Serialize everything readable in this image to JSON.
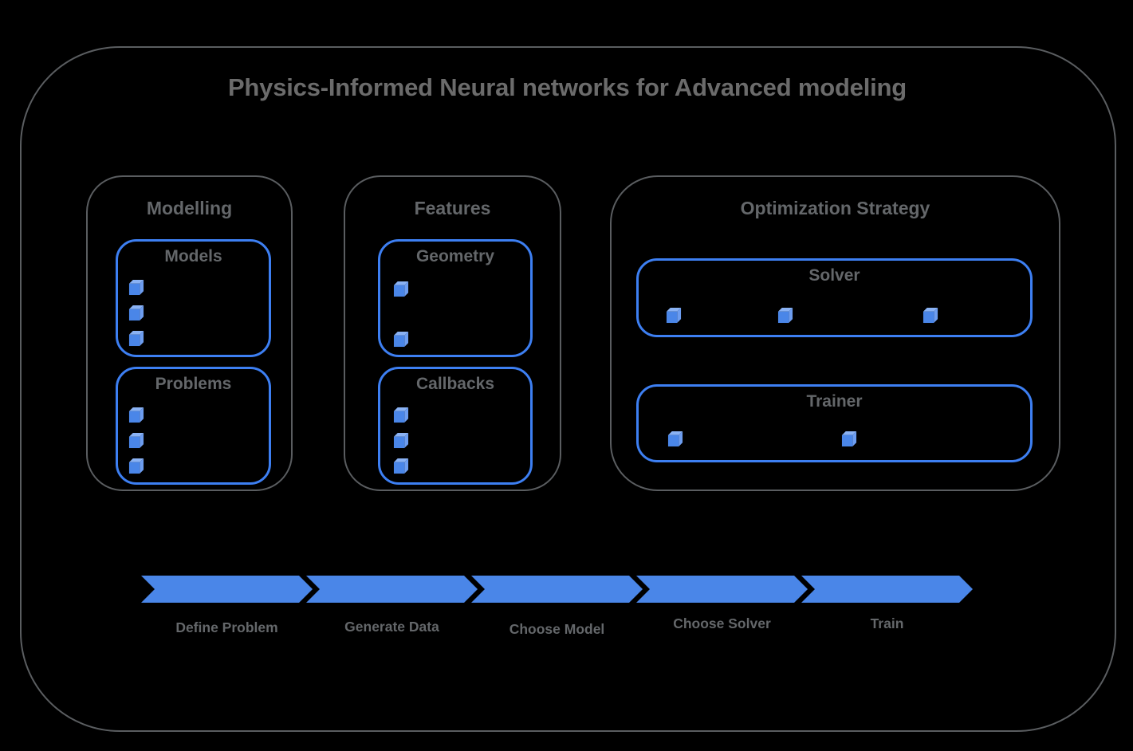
{
  "title": "Physics-Informed Neural networks for Advanced modeling",
  "colors": {
    "accent_blue": "#4a86e8",
    "border_blue": "#3d7ff2",
    "frame_gray": "#5a5d60",
    "text_gray": "#64676a",
    "title_gray": "#6b6b6b",
    "cube_front": "#4a86e8",
    "cube_top": "#8ab2f4",
    "cube_side": "#6d9df0",
    "background": "#000000"
  },
  "icons": {
    "cube": "cube-icon"
  },
  "sections": [
    {
      "label": "Modelling",
      "groups": [
        {
          "label": "Models",
          "item_count": 3
        },
        {
          "label": "Problems",
          "item_count": 3
        }
      ]
    },
    {
      "label": "Features",
      "groups": [
        {
          "label": "Geometry",
          "item_count": 2
        },
        {
          "label": "Callbacks",
          "item_count": 3
        }
      ]
    },
    {
      "label": "Optimization Strategy",
      "groups": [
        {
          "label": "Solver",
          "item_count": 3
        },
        {
          "label": "Trainer",
          "item_count": 2
        }
      ]
    }
  ],
  "flow": {
    "steps": [
      {
        "label": "Define Problem"
      },
      {
        "label": "Generate Data"
      },
      {
        "label": "Choose Model"
      },
      {
        "label": "Choose Solver"
      },
      {
        "label": "Train"
      }
    ]
  }
}
